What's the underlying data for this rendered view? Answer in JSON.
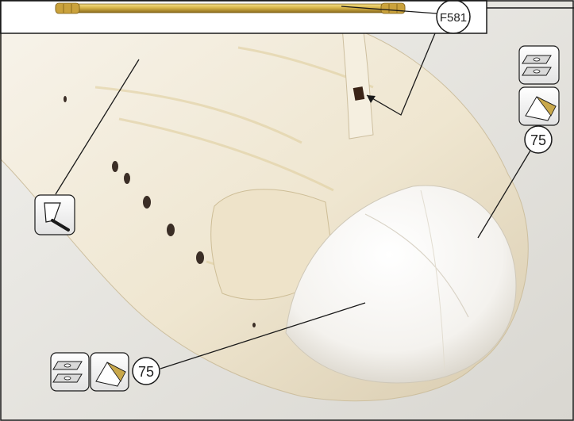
{
  "part_callout": {
    "label": "F581"
  },
  "step_callouts": [
    {
      "label": "75",
      "location": "upper-right"
    },
    {
      "label": "75",
      "location": "lower-left"
    }
  ],
  "tool_icons": [
    "scraper-icon",
    "wood-filler-icon",
    "sandpaper-icon"
  ],
  "colors": {
    "background": "#e8e6e1",
    "hull": "#f3efe4",
    "nose_cap": "#faf9f6",
    "brass_rod": "#d8b548",
    "port_holes": "#3b2e26",
    "frame": "#1a1a1a"
  }
}
